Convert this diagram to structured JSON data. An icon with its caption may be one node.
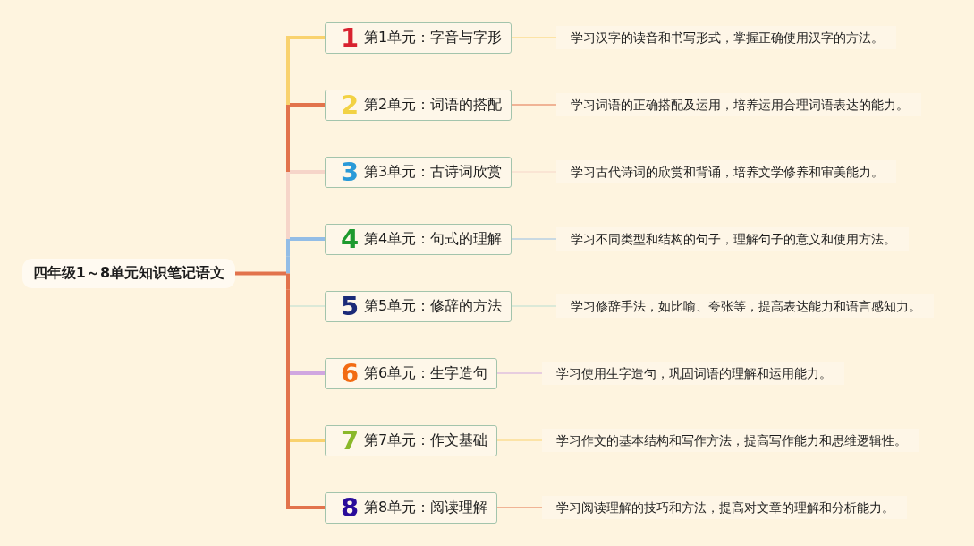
{
  "diagram": {
    "nodes": [
      {
        "text": [
          "四年级1～8单元知识笔记语文"
        ]
      },
      {
        "text": [
          "1",
          "第1单元：字音与字形"
        ]
      },
      {
        "text": [
          "学习汉字的读音和书写形式，掌握正确使用汉字的方法。"
        ]
      },
      {
        "text": [
          "2",
          "第2单元：词语的搭配"
        ]
      },
      {
        "text": [
          "学习词语的正确搭配及运用，培养运用合理词语表达的能力。"
        ]
      },
      {
        "text": [
          "3",
          "第3单元：古诗词欣赏"
        ]
      },
      {
        "text": [
          "学习古代诗词的欣赏和背诵，培养文学修养和审美能力。"
        ]
      },
      {
        "text": [
          "4",
          "第4单元：句式的理解"
        ]
      },
      {
        "text": [
          "学习不同类型和结构的句子，理解句子的意义和使用方法。"
        ]
      },
      {
        "text": [
          "5",
          "第5单元：修辞的方法"
        ]
      },
      {
        "text": [
          "学习修辞手法，如比喻、夸张等，提高表达能力和语言感知力。"
        ]
      },
      {
        "text": [
          "6",
          "第6单元：生字造句"
        ]
      },
      {
        "text": [
          "学习使用生字造句，巩固词语的理解和运用能力。"
        ]
      },
      {
        "text": [
          "7",
          "第7单元：作文基础"
        ]
      },
      {
        "text": [
          "学习作文的基本结构和写作方法，提高写作能力和思维逻辑性。"
        ]
      },
      {
        "text": [
          "8",
          "第8单元：阅读理解"
        ]
      },
      {
        "text": [
          "学习阅读理解的技巧和方法，提高对文章的理解和分析能力。"
        ]
      }
    ],
    "edges": [
      {
        "from": 0,
        "to": 1,
        "arrow": "none",
        "style": "thick",
        "color": "#f9d26e"
      },
      {
        "from": 0,
        "to": 3,
        "arrow": "none",
        "style": "thick",
        "color": "#e2734c"
      },
      {
        "from": 0,
        "to": 5,
        "arrow": "none",
        "style": "thick",
        "color": "#f6d5c9"
      },
      {
        "from": 0,
        "to": 7,
        "arrow": "none",
        "style": "thick",
        "color": "#93bde6"
      },
      {
        "from": 0,
        "to": 9,
        "arrow": "none",
        "color": "#b8ddd2"
      },
      {
        "from": 0,
        "to": 11,
        "arrow": "none",
        "style": "thick",
        "color": "#d0a6e0"
      },
      {
        "from": 0,
        "to": 13,
        "arrow": "none",
        "style": "thick",
        "color": "#f9d26e"
      },
      {
        "from": 0,
        "to": 15,
        "arrow": "none",
        "style": "thick",
        "color": "#e2734c"
      },
      {
        "from": 1,
        "to": 2,
        "arrow": "none",
        "color": "#f9d26e"
      },
      {
        "from": 3,
        "to": 4,
        "arrow": "none",
        "color": "#e2734c"
      },
      {
        "from": 5,
        "to": 6,
        "arrow": "none",
        "color": "#f6d5c9"
      },
      {
        "from": 7,
        "to": 8,
        "arrow": "none",
        "color": "#93bde6"
      },
      {
        "from": 9,
        "to": 10,
        "arrow": "none",
        "color": "#b8ddd2"
      },
      {
        "from": 11,
        "to": 12,
        "arrow": "none",
        "color": "#d0a6e0"
      },
      {
        "from": 13,
        "to": 14,
        "arrow": "none",
        "color": "#f9d26e"
      },
      {
        "from": 15,
        "to": 16,
        "arrow": "none",
        "color": "#e2734c"
      }
    ]
  }
}
